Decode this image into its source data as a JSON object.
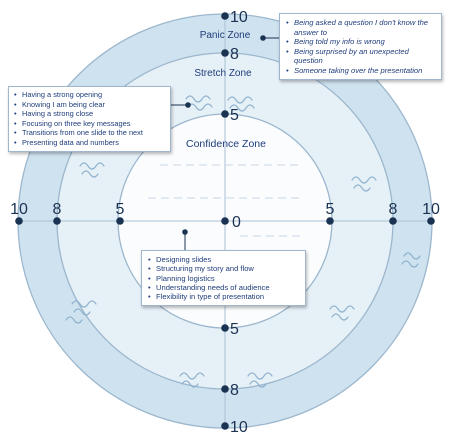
{
  "zones": {
    "panic": "Panic Zone",
    "stretch": "Stretch Zone",
    "confidence": "Confidence Zone"
  },
  "scale": {
    "top": [
      "10",
      "8",
      "5"
    ],
    "bottom": [
      "5",
      "8",
      "10"
    ],
    "left": [
      "10",
      "8",
      "5"
    ],
    "right": [
      "5",
      "8",
      "10"
    ],
    "center": "0"
  },
  "callouts": {
    "panic": [
      "Being asked a question I don't know the answer to",
      "Being told my info is wrong",
      "Being surprised by an unexpected question",
      "Someone taking over the presentation"
    ],
    "stretch": [
      "Having a strong opening",
      "Knowing I am being clear",
      "Having a strong close",
      "Focusing on three key messages",
      "Transitions from one slide to the next",
      "Presenting data and numbers"
    ],
    "confidence": [
      "Designing slides",
      "Structuring my story and flow",
      "Planning logistics",
      "Understanding needs of audience",
      "Flexibility in type of presentation"
    ]
  },
  "colors": {
    "panic_fill": "#cfe2ef",
    "stretch_fill": "#e6f0f7",
    "confidence_fill": "#fafcfe",
    "ring_stroke": "#9cb7cd",
    "text": "#1f3d7a",
    "dot": "#1b3352"
  }
}
